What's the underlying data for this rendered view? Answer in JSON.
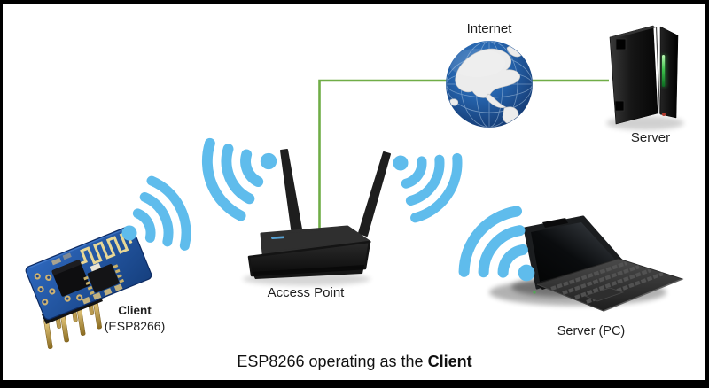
{
  "diagram": {
    "caption": {
      "prefix": "ESP8266 operating as the ",
      "bold": "Client"
    },
    "nodes": [
      {
        "id": "client",
        "icon": "esp8266-module-icon",
        "label": "Client",
        "sublabel": "(ESP8266)"
      },
      {
        "id": "access-point",
        "icon": "wireless-router-icon",
        "label": "Access Point"
      },
      {
        "id": "internet",
        "icon": "globe-icon",
        "label": "Internet"
      },
      {
        "id": "server",
        "icon": "server-tower-icon",
        "label": "Server"
      },
      {
        "id": "server-pc",
        "icon": "laptop-icon",
        "label": "Server (PC)"
      }
    ],
    "links": [
      {
        "type": "wifi",
        "from": "client",
        "to": "access-point"
      },
      {
        "type": "wifi",
        "from": "access-point",
        "to": "server-pc"
      },
      {
        "type": "wired",
        "from": "access-point",
        "to": "internet"
      },
      {
        "type": "wired",
        "from": "internet",
        "to": "server"
      }
    ],
    "colors": {
      "wifi_blue": "#5FBCEC",
      "link_green": "#70AD47",
      "label_ink": "#1F1F1F"
    }
  }
}
